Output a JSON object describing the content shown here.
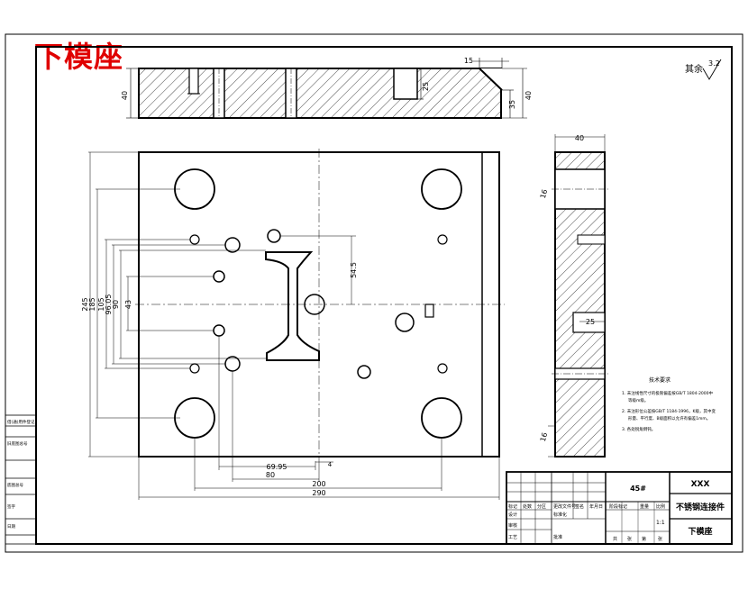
{
  "title": {
    "text": "下模座",
    "color": "#e00000"
  },
  "roughness": {
    "label": "其余",
    "value": "3.2"
  },
  "top_view": {
    "dims": {
      "top_width": "15",
      "left_height": "40",
      "slot_depth": "25",
      "right_outer": "40",
      "right_inner": "35"
    }
  },
  "plan_view": {
    "dims": {
      "v1": "245",
      "v2": "185",
      "v3": "105",
      "v4": "96.05",
      "v5": "90",
      "v6": "43",
      "slot_v": "54.5",
      "h1": "69.95",
      "h2": "80",
      "h3": "200",
      "h4": "290",
      "h_small": "4"
    }
  },
  "side_view": {
    "dims": {
      "width": "40",
      "hole_a": "16",
      "hole_b": "25",
      "hole_c": "16"
    }
  },
  "tech_notes": {
    "heading": "技术要求",
    "lines": [
      "1. 未注线性尺寸的极限偏差按GB/T 1804-2000中",
      "等级m级。",
      "2. 未注形位公差按GB/T 1184-1996，K级，其中变",
      "形量、平行度、B级面积以允许有偏差1mm。",
      "3. 各处锐角倒钝。"
    ]
  },
  "left_strip": {
    "labels": [
      "借(通)用件登记",
      "旧底图总号",
      "底图总号",
      "签字",
      "日期"
    ]
  },
  "title_block": {
    "material": "45#",
    "company": "XXX",
    "product": "不锈钢连接件",
    "part": "下模座",
    "row_labels": {
      "mark": "标记",
      "count": "处数",
      "zone": "分区",
      "doc": "更改文件号",
      "sign": "签名",
      "date": "年月日",
      "design": "设计",
      "std": "标准化",
      "stage": "阶段标记",
      "weight": "重量",
      "scale": "比例",
      "check": "审核",
      "craft": "工艺",
      "approve": "批准",
      "sheets_total": "共",
      "sheet": "张",
      "sheet_no": "第",
      "sheet2": "张"
    },
    "scale_value": "1:1"
  }
}
